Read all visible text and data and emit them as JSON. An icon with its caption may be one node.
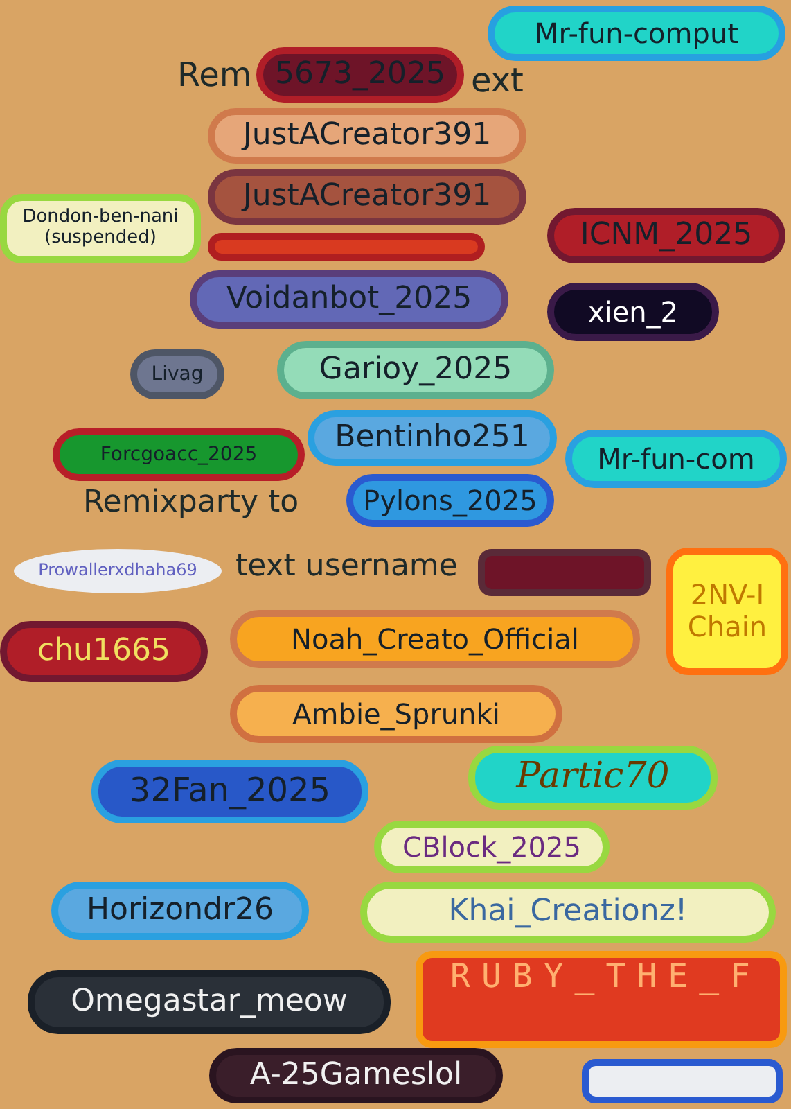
{
  "diagram": {
    "nodes": [
      {
        "text": [
          "Mr-fun-comput"
        ]
      },
      {
        "text": [],
        "shape": "box"
      },
      {
        "text": [
          "Dondon-ben-nani (suspended)"
        ]
      },
      {
        "text": [
          "5673_2025"
        ]
      },
      {
        "text": [
          "JustACreator391"
        ]
      },
      {
        "text": [
          "JustACreator391"
        ]
      },
      {
        "text": [
          "ICNM_2025"
        ]
      },
      {
        "text": [
          "Voidanbot_2025"
        ]
      },
      {
        "text": [
          "xien_2"
        ]
      },
      {
        "text": [
          "Livag"
        ]
      },
      {
        "text": [
          "Garioy_2025"
        ]
      },
      {
        "text": [
          "Forcgoacc_2025"
        ]
      },
      {
        "text": [
          "Bentinho251"
        ]
      },
      {
        "text": [
          "Mr-fun-com"
        ]
      },
      {
        "text": [
          "Pylons_2025"
        ]
      },
      {
        "text": [],
        "shape": "box"
      },
      {
        "text": [
          "Prowallerxdhaha69"
        ]
      },
      {
        "text": [
          "2NV-I Chain"
        ]
      },
      {
        "text": [
          "chu1665"
        ]
      },
      {
        "text": [
          "Noah_Creato_Official"
        ]
      },
      {
        "text": [
          "Ambie_Sprunki"
        ]
      },
      {
        "text": [
          "Partic70"
        ]
      },
      {
        "text": [
          "CBlock_2025"
        ]
      },
      {
        "text": [
          "32Fan_2025"
        ]
      },
      {
        "text": [
          "Horizondr26"
        ]
      },
      {
        "text": [
          "Khai_Creationz!"
        ]
      },
      {
        "text": [
          "RUBY_THE_F"
        ]
      },
      {
        "text": [
          "Omegastar_meow"
        ]
      },
      {
        "text": [
          "A-25Gameslol"
        ]
      },
      {
        "text": [],
        "shape": "box"
      }
    ],
    "labels": [
      "Rem",
      "ext",
      "Remixparty to",
      "text username"
    ]
  }
}
